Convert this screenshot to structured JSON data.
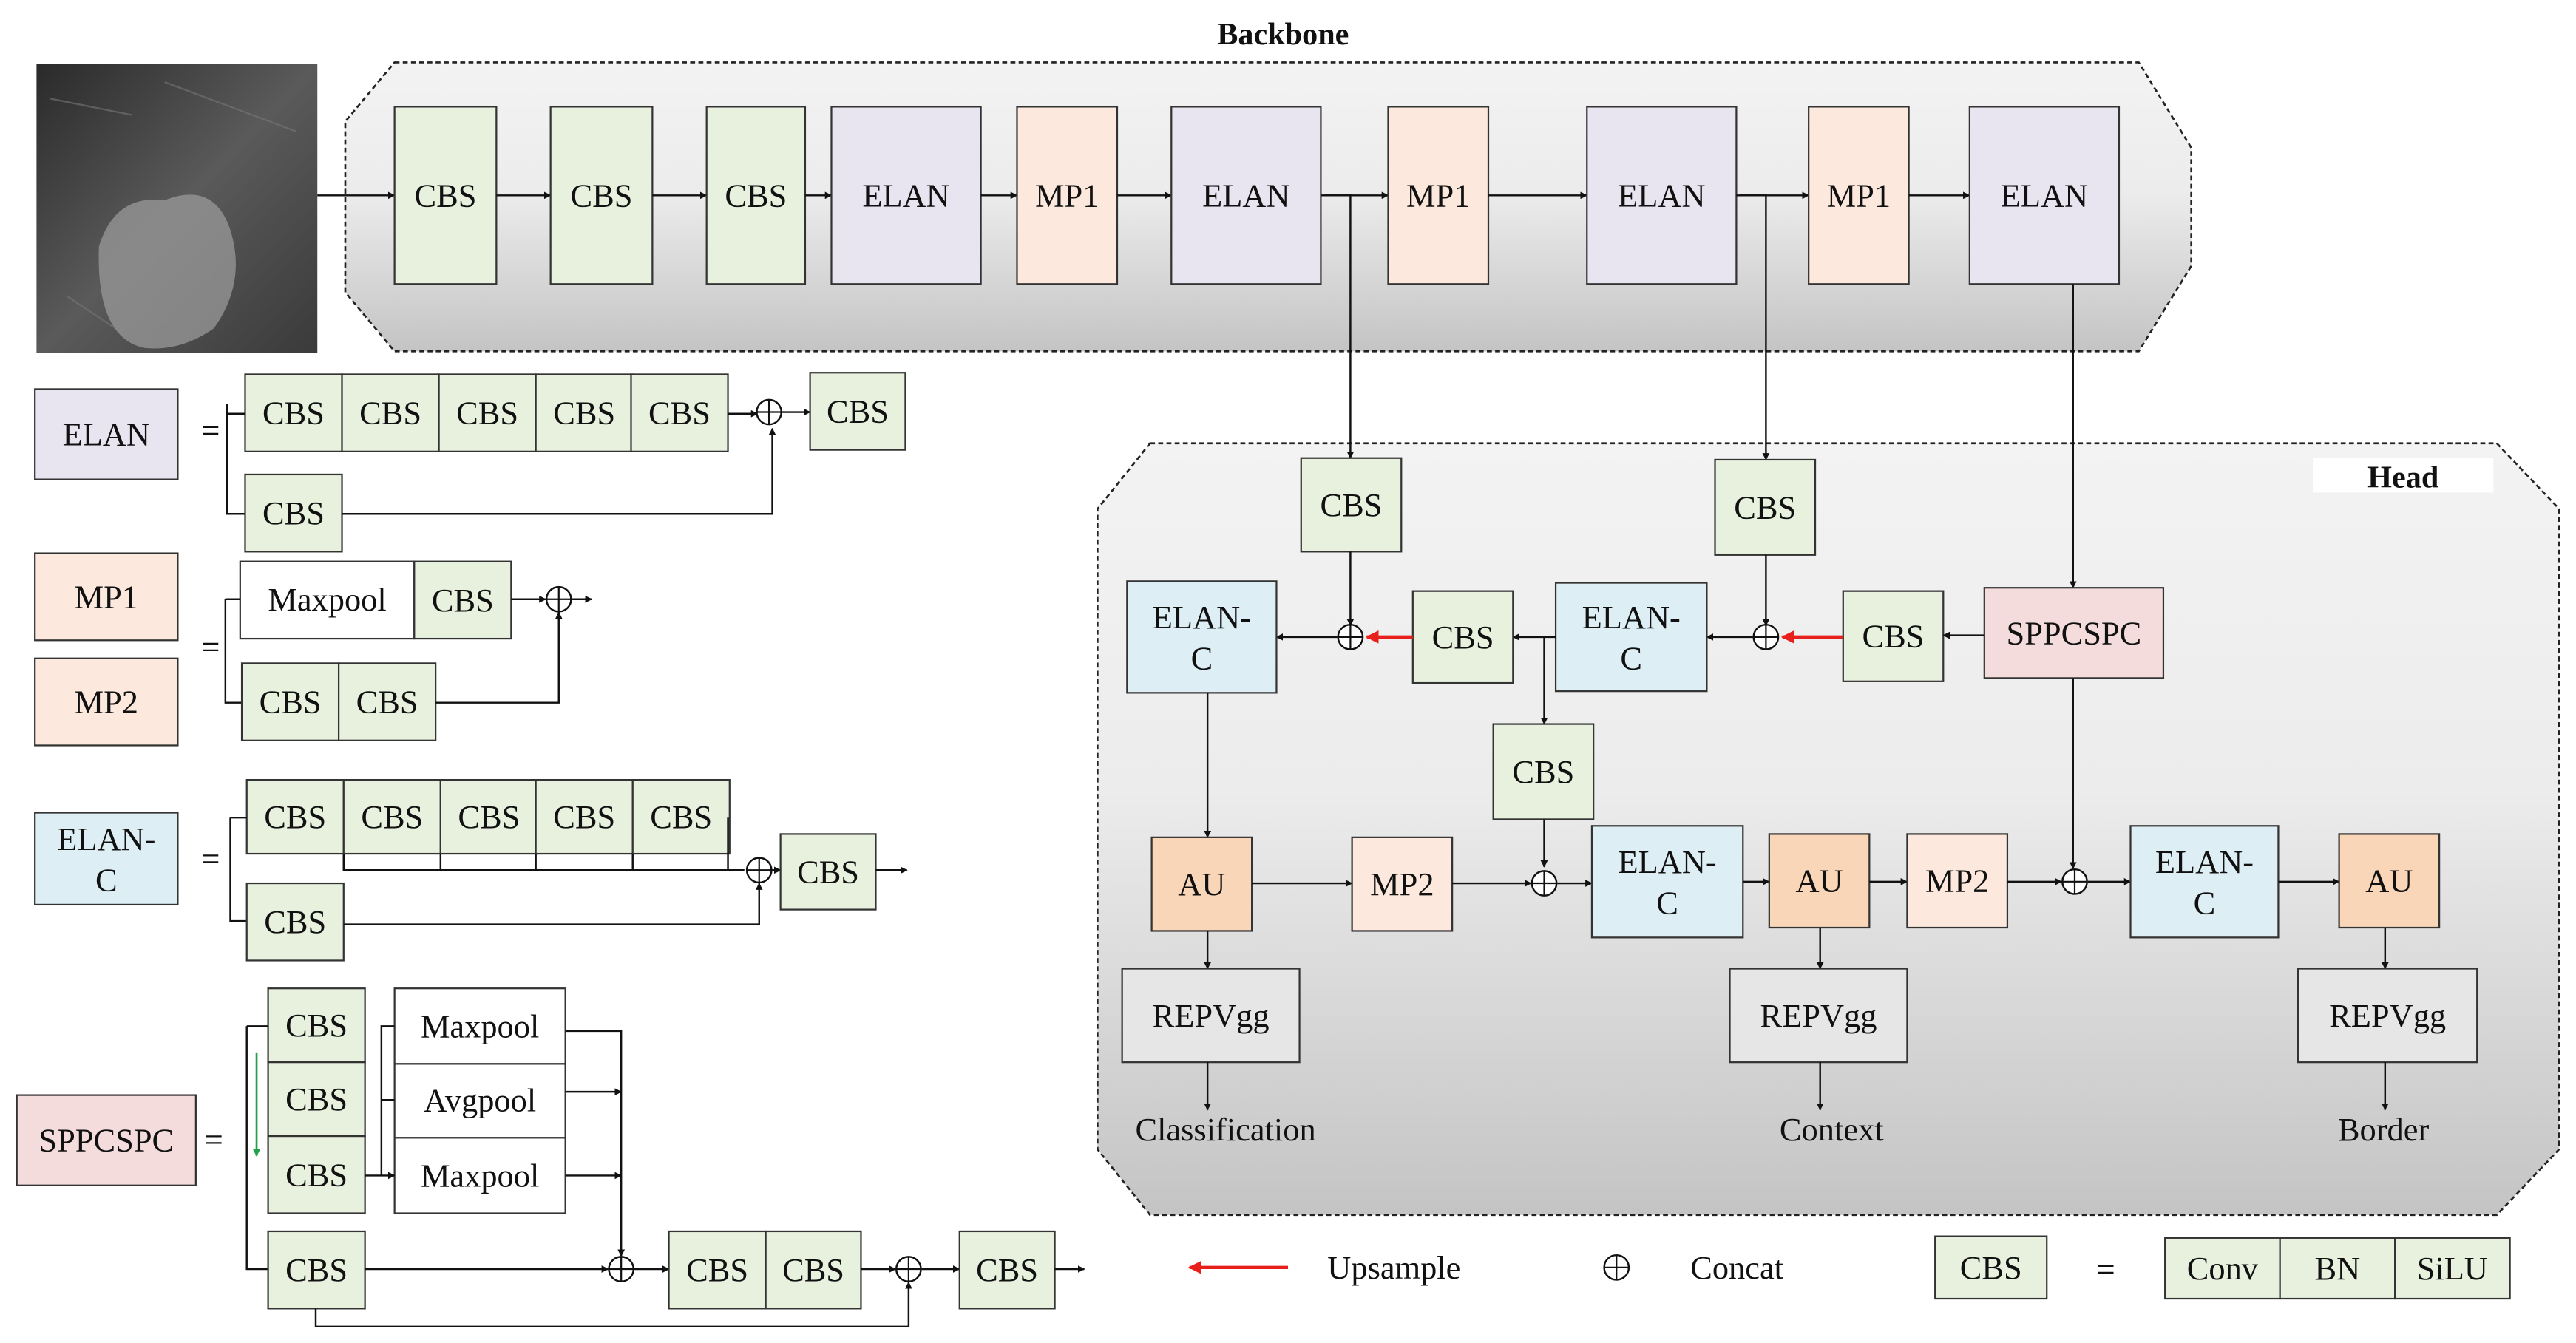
{
  "labels": {
    "backbone": "Backbone",
    "head": "Head",
    "cbs": "CBS",
    "elan": "ELAN",
    "mp1": "MP1",
    "mp2": "MP2",
    "elan_c_line1": "ELAN-",
    "elan_c_line2": "C",
    "elan_c_full": "ELAN-C",
    "au": "AU",
    "repvgg": "REPVgg",
    "sppcspc": "SPPCSPC",
    "maxpool": "Maxpool",
    "avgpool": "Avgpool",
    "equals": "=",
    "conv": "Conv",
    "bn": "BN",
    "silu": "SiLU"
  },
  "outputs": {
    "classification": "Classification",
    "context": "Context",
    "border": "Border"
  },
  "legend": {
    "upsample": "Upsample",
    "concat": "Concat"
  },
  "colors": {
    "cbs": "#e8f0de",
    "elan": "#e8e4f0",
    "mp": "#fce8dc",
    "elan_c": "#ddeef5",
    "au": "#fad6b8",
    "repvgg": "#e6e6e6",
    "sppcspc": "#f5dcdc",
    "upsample_arrow": "#e8201c",
    "inner_arrow": "#22a04a"
  }
}
